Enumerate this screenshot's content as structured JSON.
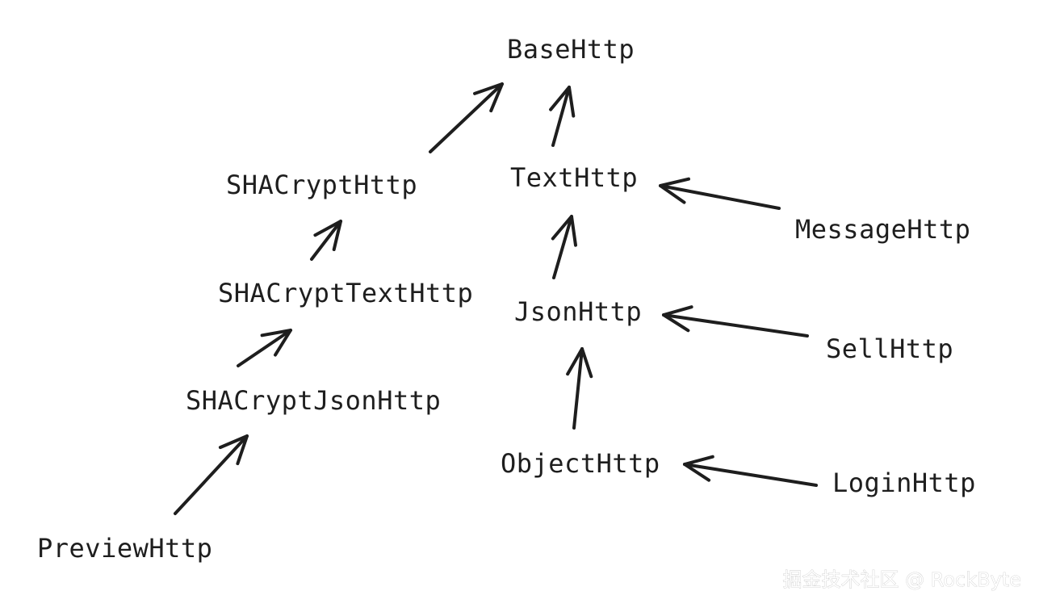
{
  "diagram": {
    "nodes": [
      {
        "id": "base",
        "label": "BaseHttp"
      },
      {
        "id": "shacrypt",
        "label": "SHACryptHttp"
      },
      {
        "id": "text",
        "label": "TextHttp"
      },
      {
        "id": "message",
        "label": "MessageHttp"
      },
      {
        "id": "shatext",
        "label": "SHACryptTextHttp"
      },
      {
        "id": "json",
        "label": "JsonHttp"
      },
      {
        "id": "sell",
        "label": "SellHttp"
      },
      {
        "id": "shajson",
        "label": "SHACryptJsonHttp"
      },
      {
        "id": "object",
        "label": "ObjectHttp"
      },
      {
        "id": "login",
        "label": "LoginHttp"
      },
      {
        "id": "preview",
        "label": "PreviewHttp"
      }
    ],
    "edges": [
      {
        "from": "shacrypt",
        "to": "base"
      },
      {
        "from": "text",
        "to": "base"
      },
      {
        "from": "message",
        "to": "text"
      },
      {
        "from": "shatext",
        "to": "shacrypt"
      },
      {
        "from": "json",
        "to": "text"
      },
      {
        "from": "sell",
        "to": "json"
      },
      {
        "from": "shajson",
        "to": "shatext"
      },
      {
        "from": "object",
        "to": "json"
      },
      {
        "from": "login",
        "to": "object"
      },
      {
        "from": "preview",
        "to": "shajson"
      }
    ]
  },
  "watermark": "掘金技术社区 @ RockByte"
}
